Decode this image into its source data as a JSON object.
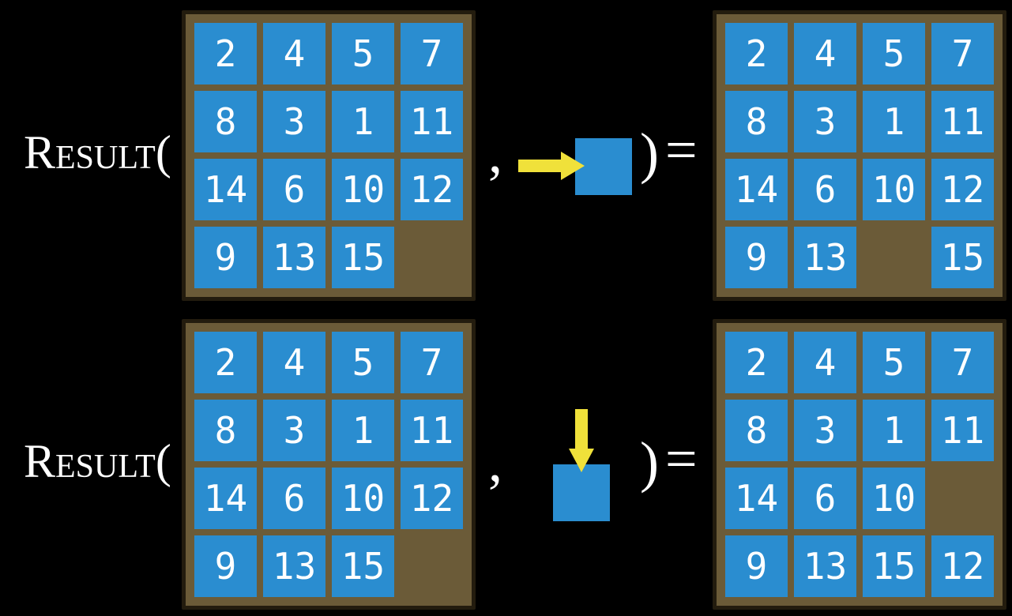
{
  "colors": {
    "background": "#000000",
    "board": "#6b5b38",
    "board_border": "#231c0e",
    "tile": "#2a8dd0",
    "tile_text": "#ffffff",
    "arrow": "#f0e13a",
    "formula_text": "#ffffff"
  },
  "rows": [
    {
      "function_label": "Result(",
      "comma": ",",
      "close_paren": ")",
      "equals": "=",
      "move_direction": "right",
      "move_icon": "right-arrow-icon",
      "input_board": [
        [
          "2",
          "4",
          "5",
          "7"
        ],
        [
          "8",
          "3",
          "1",
          "11"
        ],
        [
          "14",
          "6",
          "10",
          "12"
        ],
        [
          "9",
          "13",
          "15",
          ""
        ]
      ],
      "output_board": [
        [
          "2",
          "4",
          "5",
          "7"
        ],
        [
          "8",
          "3",
          "1",
          "11"
        ],
        [
          "14",
          "6",
          "10",
          "12"
        ],
        [
          "9",
          "13",
          "",
          "15"
        ]
      ]
    },
    {
      "function_label": "Result(",
      "comma": ",",
      "close_paren": ")",
      "equals": "=",
      "move_direction": "down",
      "move_icon": "down-arrow-icon",
      "input_board": [
        [
          "2",
          "4",
          "5",
          "7"
        ],
        [
          "8",
          "3",
          "1",
          "11"
        ],
        [
          "14",
          "6",
          "10",
          "12"
        ],
        [
          "9",
          "13",
          "15",
          ""
        ]
      ],
      "output_board": [
        [
          "2",
          "4",
          "5",
          "7"
        ],
        [
          "8",
          "3",
          "1",
          "11"
        ],
        [
          "14",
          "6",
          "10",
          ""
        ],
        [
          "9",
          "13",
          "15",
          "12"
        ]
      ]
    }
  ]
}
